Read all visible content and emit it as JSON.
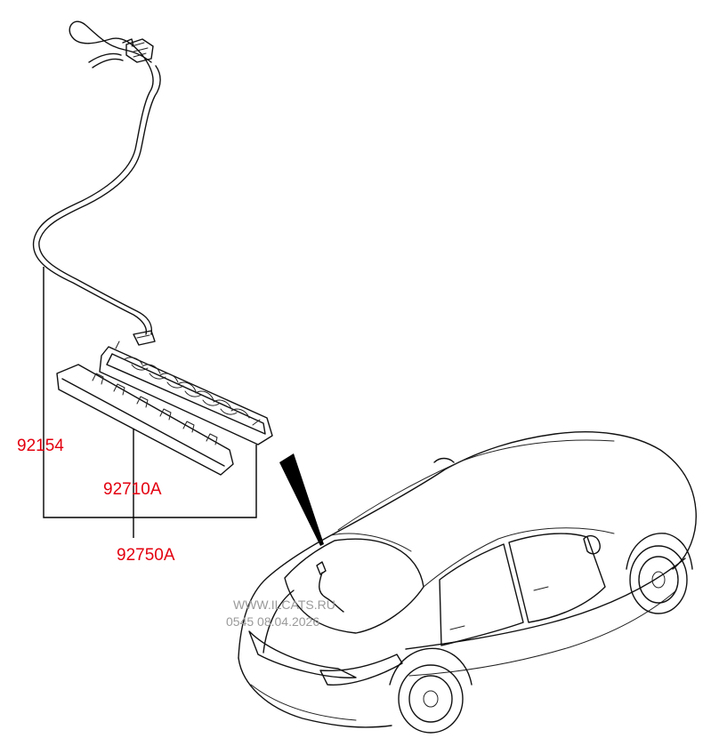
{
  "part_labels": {
    "wiring_harness": "92154",
    "lamp_lens": "92710A",
    "lamp_assembly": "92750A"
  },
  "watermark": {
    "line1": "WWW.ILCATS.RU",
    "line2": "0545 08.04.2026"
  },
  "colors": {
    "label": "#e3000f",
    "line": "#111111",
    "watermark": "#9a9a9a"
  }
}
